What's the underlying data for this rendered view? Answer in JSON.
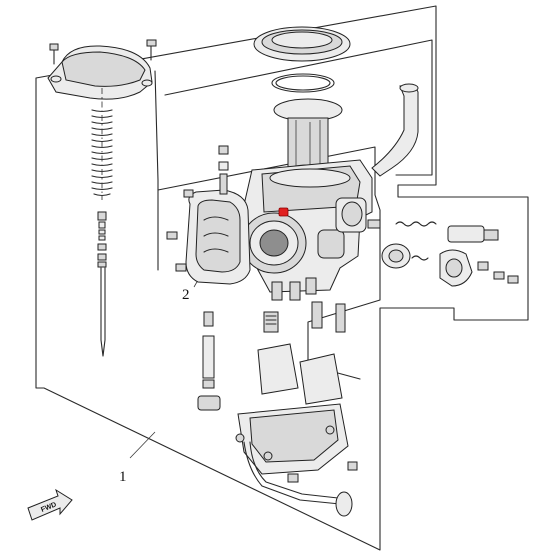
{
  "diagram": {
    "callouts": [
      {
        "id": "c1",
        "label": "1"
      },
      {
        "id": "c2",
        "label": "2"
      }
    ],
    "forward_arrow_label": "FWD",
    "highlight_color": "#e02020",
    "line_color": "#2a2a2a",
    "fill_color": "#d9d9d9"
  }
}
